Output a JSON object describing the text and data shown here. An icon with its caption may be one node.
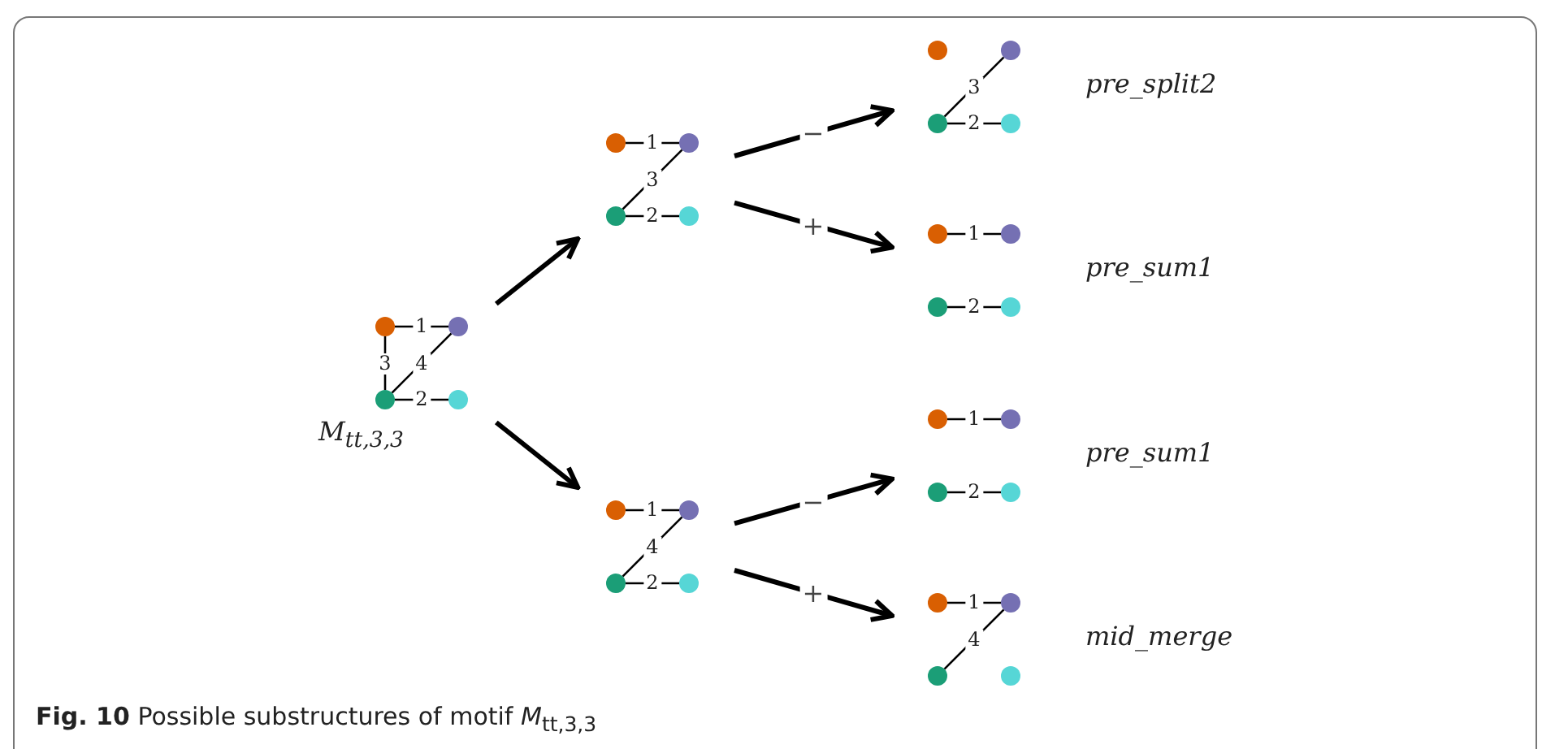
{
  "diagram": {
    "caption": "**Fig. 10** Possible substructures of motif *M*$_{tt,3,3}$",
    "nodes": [
      {
        "text": [],
        "shape": "graph",
        "beside": [
          "M$_{tt,3,3}$"
        ]
      },
      {
        "text": [],
        "shape": "circle",
        "in": 0
      },
      {
        "text": [],
        "shape": "circle",
        "in": 0
      },
      {
        "text": [],
        "shape": "circle",
        "in": 0
      },
      {
        "text": [],
        "shape": "circle",
        "in": 0
      },
      {
        "text": [],
        "shape": "graph"
      },
      {
        "text": [],
        "shape": "circle",
        "in": 5
      },
      {
        "text": [],
        "shape": "circle",
        "in": 5
      },
      {
        "text": [],
        "shape": "circle",
        "in": 5
      },
      {
        "text": [],
        "shape": "circle",
        "in": 5
      },
      {
        "text": [],
        "shape": "graph"
      },
      {
        "text": [],
        "shape": "circle",
        "in": 10
      },
      {
        "text": [],
        "shape": "circle",
        "in": 10
      },
      {
        "text": [],
        "shape": "circle",
        "in": 10
      },
      {
        "text": [],
        "shape": "circle",
        "in": 10
      },
      {
        "text": [],
        "shape": "graph",
        "beside": [
          "pre_split2"
        ]
      },
      {
        "text": [],
        "shape": "circle",
        "in": 15
      },
      {
        "text": [],
        "shape": "circle",
        "in": 15
      },
      {
        "text": [],
        "shape": "circle",
        "in": 15
      },
      {
        "text": [],
        "shape": "circle",
        "in": 15
      },
      {
        "text": [],
        "shape": "graph",
        "beside": [
          "pre_sum1"
        ]
      },
      {
        "text": [],
        "shape": "circle",
        "in": 20
      },
      {
        "text": [],
        "shape": "circle",
        "in": 20
      },
      {
        "text": [],
        "shape": "circle",
        "in": 20
      },
      {
        "text": [],
        "shape": "circle",
        "in": 20
      },
      {
        "text": [],
        "shape": "graph",
        "beside": [
          "pre_sum1"
        ]
      },
      {
        "text": [],
        "shape": "circle",
        "in": 25
      },
      {
        "text": [],
        "shape": "circle",
        "in": 25
      },
      {
        "text": [],
        "shape": "circle",
        "in": 25
      },
      {
        "text": [],
        "shape": "circle",
        "in": 25
      },
      {
        "text": [],
        "shape": "graph",
        "beside": [
          "mid_merge"
        ]
      },
      {
        "text": [],
        "shape": "circle",
        "in": 30
      },
      {
        "text": [],
        "shape": "circle",
        "in": 30
      },
      {
        "text": [],
        "shape": "circle",
        "in": 30
      },
      {
        "text": [],
        "shape": "circle",
        "in": 30
      }
    ],
    "edges": [
      {
        "from": 1,
        "to": 2,
        "arrow": "none",
        "label": "1"
      },
      {
        "from": 1,
        "to": 3,
        "arrow": "none",
        "label": "3"
      },
      {
        "from": 3,
        "to": 2,
        "arrow": "none",
        "label": "4"
      },
      {
        "from": 3,
        "to": 4,
        "arrow": "none",
        "label": "2"
      },
      {
        "from": 0,
        "to": 5,
        "arrow": "to",
        "style": "thick"
      },
      {
        "from": 0,
        "to": 10,
        "arrow": "to",
        "style": "thick"
      },
      {
        "from": 6,
        "to": 7,
        "arrow": "none",
        "label": "1"
      },
      {
        "from": 8,
        "to": 7,
        "arrow": "none",
        "label": "3"
      },
      {
        "from": 8,
        "to": 9,
        "arrow": "none",
        "label": "2"
      },
      {
        "from": 11,
        "to": 12,
        "arrow": "none",
        "label": "1"
      },
      {
        "from": 13,
        "to": 12,
        "arrow": "none",
        "label": "4"
      },
      {
        "from": 13,
        "to": 14,
        "arrow": "none",
        "label": "2"
      },
      {
        "from": 5,
        "to": 15,
        "arrow": "to",
        "style": "thick",
        "label": "−"
      },
      {
        "from": 5,
        "to": 20,
        "arrow": "to",
        "style": "thick",
        "label": "+"
      },
      {
        "from": 10,
        "to": 25,
        "arrow": "to",
        "style": "thick",
        "label": "−"
      },
      {
        "from": 10,
        "to": 30,
        "arrow": "to",
        "style": "thick",
        "label": "+"
      },
      {
        "from": 18,
        "to": 17,
        "arrow": "none",
        "label": "3"
      },
      {
        "from": 18,
        "to": 19,
        "arrow": "none",
        "label": "2"
      },
      {
        "from": 21,
        "to": 22,
        "arrow": "none",
        "label": "1"
      },
      {
        "from": 23,
        "to": 24,
        "arrow": "none",
        "label": "2"
      },
      {
        "from": 26,
        "to": 27,
        "arrow": "none",
        "label": "1"
      },
      {
        "from": 28,
        "to": 29,
        "arrow": "none",
        "label": "2"
      },
      {
        "from": 31,
        "to": 32,
        "arrow": "none",
        "label": "1"
      },
      {
        "from": 33,
        "to": 32,
        "arrow": "none",
        "label": "4"
      }
    ]
  }
}
